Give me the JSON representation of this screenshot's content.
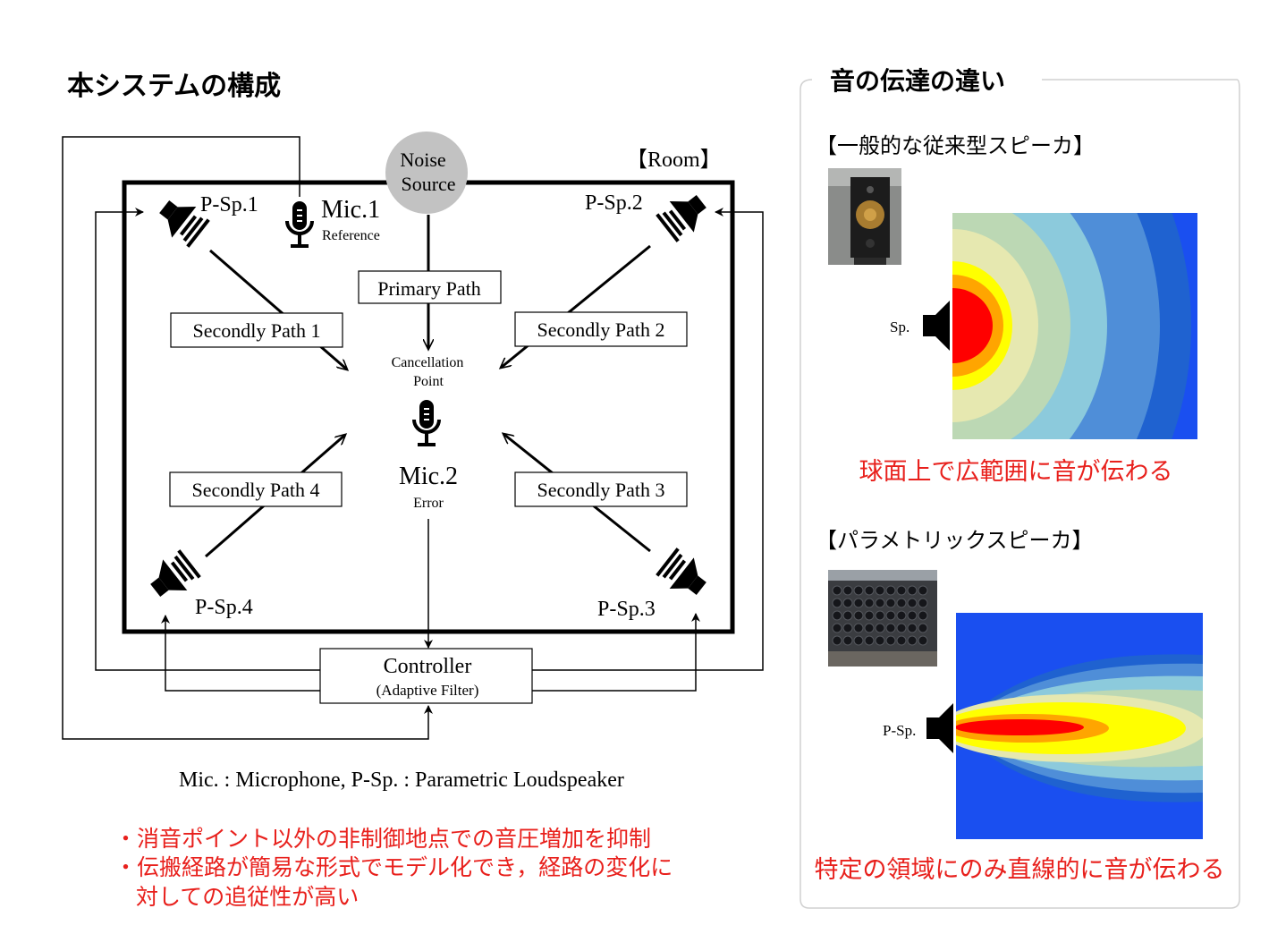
{
  "left_panel": {
    "title": "本システムの構成",
    "room_label": "【Room】",
    "noise_source": [
      "Noise",
      "Source"
    ],
    "mic1": {
      "name": "Mic.1",
      "sub": "Reference"
    },
    "mic2": {
      "name": "Mic.2",
      "sub": "Error"
    },
    "cancel_point": [
      "Cancellation",
      "Point"
    ],
    "speakers": {
      "sp1": "P-Sp.1",
      "sp2": "P-Sp.2",
      "sp3": "P-Sp.3",
      "sp4": "P-Sp.4"
    },
    "primary_path": "Primary Path",
    "secondary_paths": [
      "Secondly Path 1",
      "Secondly Path 2",
      "Secondly Path 3",
      "Secondly Path 4"
    ],
    "controller": {
      "name": "Controller",
      "sub": "(Adaptive Filter)"
    },
    "legend": "Mic. : Microphone,  P-Sp. : Parametric Loudspeaker",
    "bullets": [
      "・消音ポイント以外の非制御地点での音圧増加を抑制",
      "・伝搬経路が簡易な形式でモデル化でき，経路の変化に",
      "対しての追従性が高い"
    ]
  },
  "right_panel": {
    "title": "音の伝達の違い",
    "conventional": {
      "heading": "【一般的な従来型スピーカ】",
      "speaker_label": "Sp.",
      "caption": "球面上で広範囲に音が伝わる"
    },
    "parametric": {
      "heading": "【パラメトリックスピーカ】",
      "speaker_label": "P-Sp.",
      "caption": "特定の領域にのみ直線的に音が伝わる"
    }
  },
  "colors": {
    "accent_red": "#e8201c",
    "level_1": "#ff0000",
    "level_2": "#ffa500",
    "level_3": "#ffff00",
    "level_4": "#e6e8b0",
    "level_5": "#bcd8b4",
    "level_6": "#8ccadc",
    "level_7": "#4f8ed8",
    "level_8": "#1f62d0",
    "level_9": "#1a4ff0"
  }
}
